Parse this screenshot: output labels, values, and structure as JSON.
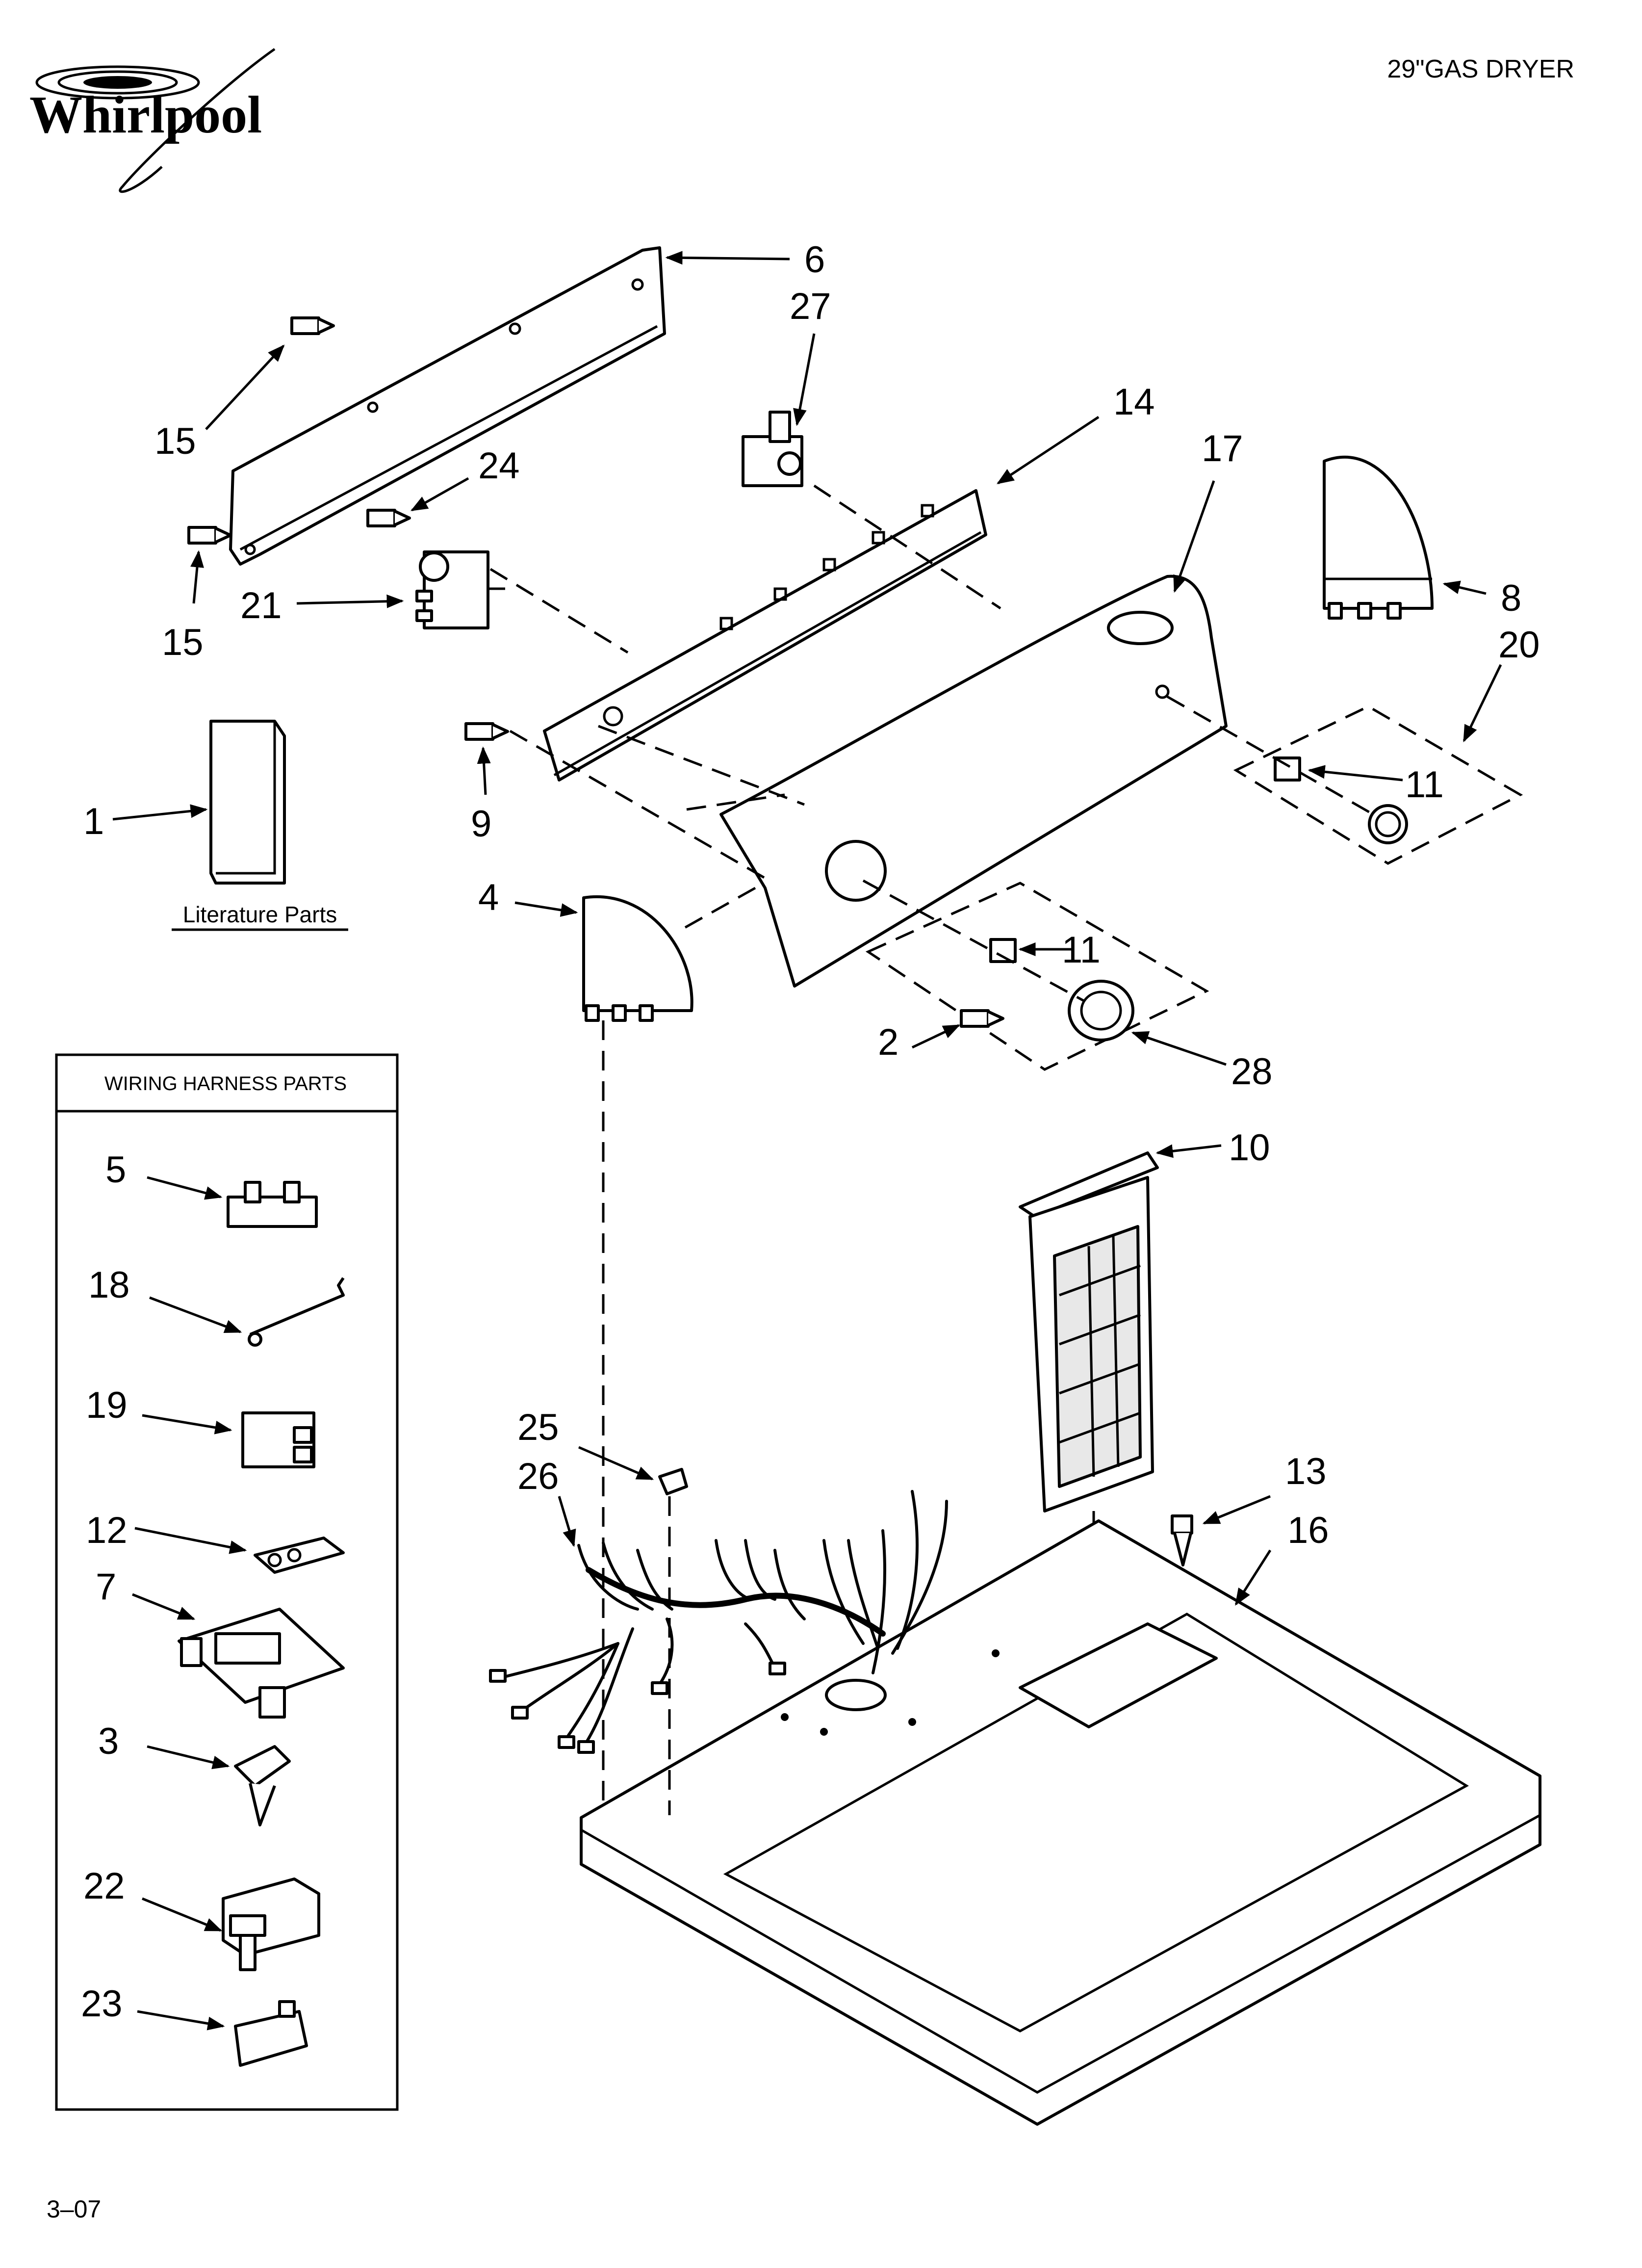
{
  "brand": "Whirlpool",
  "model_title": "29\"GAS DRYER",
  "page_code": "3–07",
  "literature_label": "Literature Parts",
  "harness_box_title": "WIRING HARNESS PARTS",
  "callouts": {
    "c1": "1",
    "c2": "2",
    "c3": "3",
    "c4": "4",
    "c5": "5",
    "c6": "6",
    "c7": "7",
    "c8": "8",
    "c9": "9",
    "c10": "10",
    "c11a": "11",
    "c11b": "11",
    "c12": "12",
    "c13": "13",
    "c14": "14",
    "c15a": "15",
    "c15b": "15",
    "c16": "16",
    "c17": "17",
    "c18": "18",
    "c19": "19",
    "c20": "20",
    "c21": "21",
    "c22": "22",
    "c23": "23",
    "c24": "24",
    "c25": "25",
    "c26": "26",
    "c27": "27",
    "c28": "28"
  }
}
